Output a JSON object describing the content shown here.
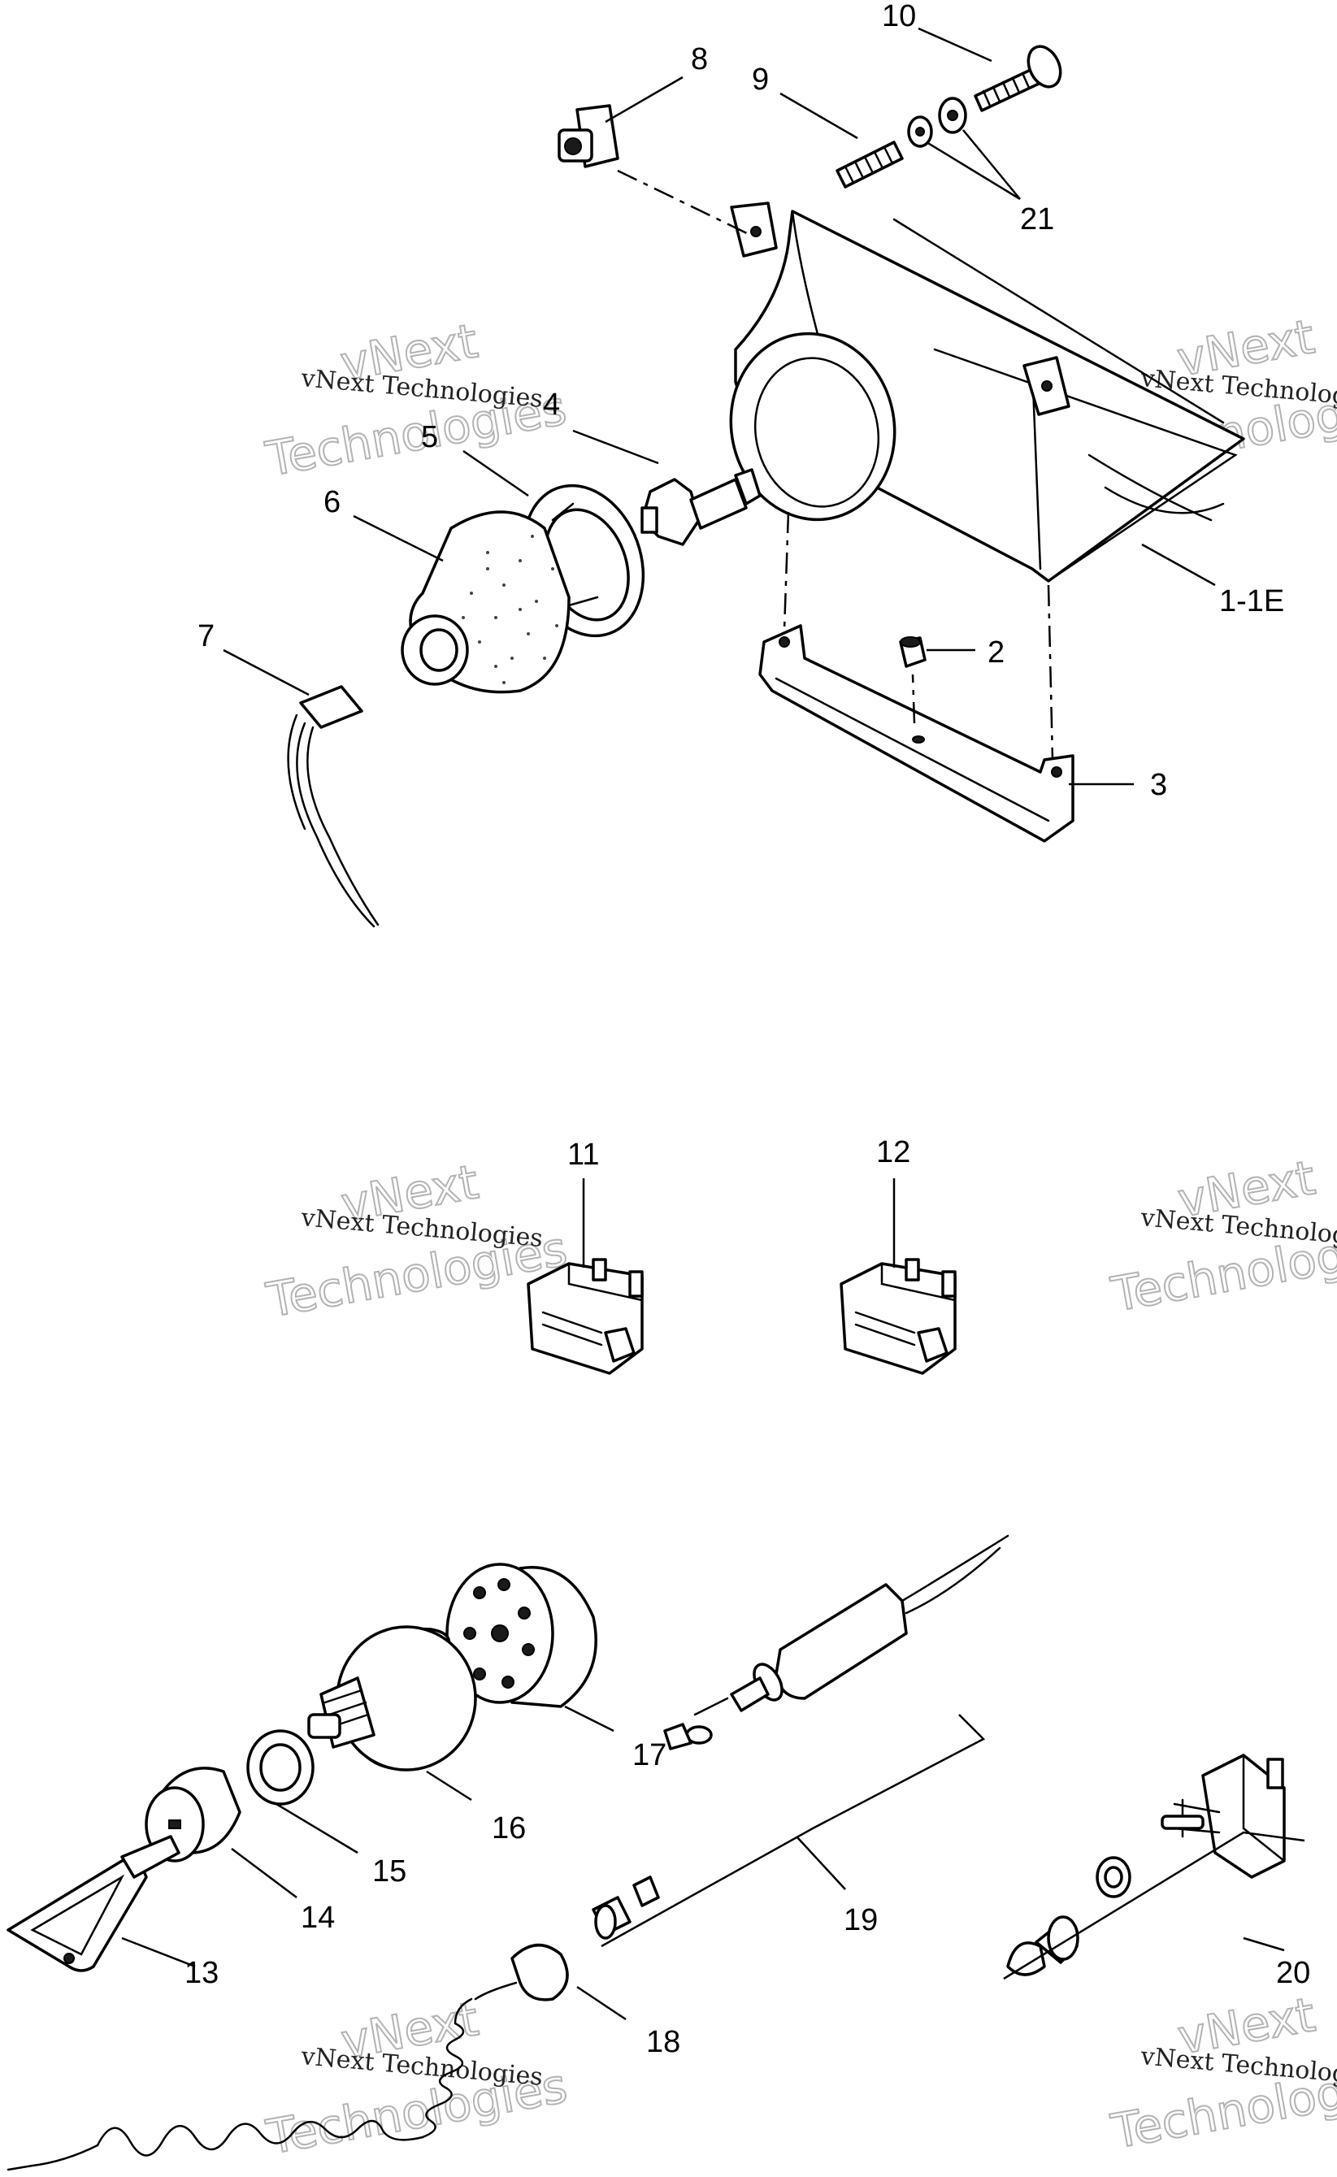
{
  "labels": {
    "l1": "1-1E",
    "l2": "2",
    "l3": "3",
    "l4": "4",
    "l5": "5",
    "l6": "6",
    "l7": "7",
    "l8": "8",
    "l9": "9",
    "l10": "10",
    "l11": "11",
    "l12": "12",
    "l13": "13",
    "l14": "14",
    "l15": "15",
    "l16": "16",
    "l17": "17",
    "l18": "18",
    "l19": "19",
    "l20": "20",
    "l21": "21"
  },
  "watermark": {
    "line1": "vNext Technologies",
    "line2": "vNext",
    "line3": "Technologies"
  },
  "colors": {
    "ink": "#000000",
    "paper": "#ffffff",
    "watermark": "#9a9a9a"
  }
}
